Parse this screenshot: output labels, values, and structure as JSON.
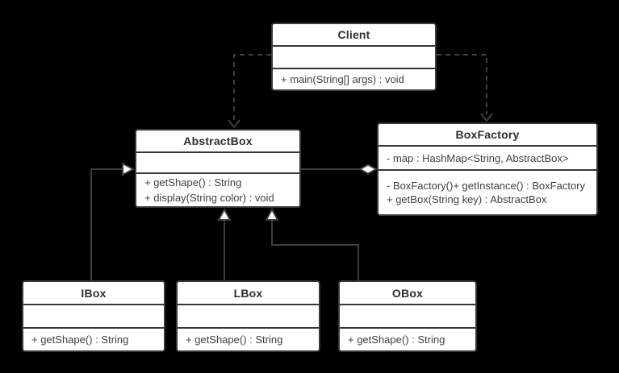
{
  "classes": {
    "client": {
      "name": "Client",
      "attributes": [],
      "methods": [
        "+ main(String[] args) : void"
      ]
    },
    "abstractBox": {
      "name": "AbstractBox",
      "attributes": [],
      "methods": [
        "+ getShape() : String",
        "+ display(String color) : void"
      ]
    },
    "boxFactory": {
      "name": "BoxFactory",
      "attributes": [
        "- map : HashMap<String, AbstractBox>"
      ],
      "methods": [
        "- BoxFactory()+ getInstance() : BoxFactory",
        "+ getBox(String key) : AbstractBox"
      ]
    },
    "iBox": {
      "name": "IBox",
      "attributes": [],
      "methods": [
        "+ getShape() : String"
      ]
    },
    "lBox": {
      "name": "LBox",
      "attributes": [],
      "methods": [
        "+ getShape() : String"
      ]
    },
    "oBox": {
      "name": "OBox",
      "attributes": [],
      "methods": [
        "+ getShape() : String"
      ]
    }
  },
  "relationships": [
    {
      "type": "dependency",
      "from": "Client",
      "to": "AbstractBox",
      "line": "dashed",
      "marker": "open-arrow"
    },
    {
      "type": "dependency",
      "from": "Client",
      "to": "BoxFactory",
      "line": "dashed",
      "marker": "open-arrow"
    },
    {
      "type": "aggregation",
      "from": "AbstractBox",
      "to": "BoxFactory",
      "line": "solid",
      "marker": "hollow-diamond"
    },
    {
      "type": "generalization",
      "from": "IBox",
      "to": "AbstractBox",
      "line": "solid",
      "marker": "hollow-triangle"
    },
    {
      "type": "generalization",
      "from": "LBox",
      "to": "AbstractBox",
      "line": "solid",
      "marker": "hollow-triangle"
    },
    {
      "type": "generalization",
      "from": "OBox",
      "to": "AbstractBox",
      "line": "solid",
      "marker": "hollow-triangle"
    }
  ],
  "colors": {
    "background": "#000000",
    "shape_fill": "#ffffff",
    "stroke": "#3d3d3d",
    "title_text": "#2e2e2e",
    "member_text": "#3f3f3f"
  }
}
